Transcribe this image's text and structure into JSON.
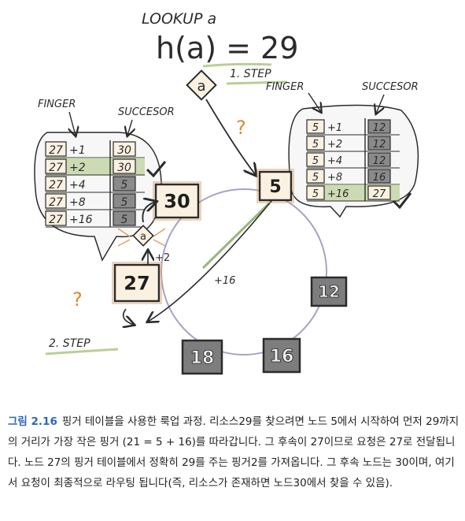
{
  "header": {
    "title": "LOOKUP a",
    "hash_expr": "h(a) = 29",
    "key_symbol": "a"
  },
  "steps": {
    "step1": "1. STEP",
    "step2": "2. STEP",
    "plus16": "+16",
    "plus2": "+2",
    "question": "?"
  },
  "ring_nodes": [
    {
      "id": "n5",
      "label": "5"
    },
    {
      "id": "n12",
      "label": "12"
    },
    {
      "id": "n16",
      "label": "16"
    },
    {
      "id": "n18",
      "label": "18"
    },
    {
      "id": "n27",
      "label": "27"
    },
    {
      "id": "n30",
      "label": "30"
    }
  ],
  "finger_table_27": {
    "finger_header": "FINGER",
    "successor_header": "SUCCESOR",
    "rows": [
      {
        "node": "27",
        "plus": "+1",
        "succ": "30"
      },
      {
        "node": "27",
        "plus": "+2",
        "succ": "30"
      },
      {
        "node": "27",
        "plus": "+4",
        "succ": "5"
      },
      {
        "node": "27",
        "plus": "+8",
        "succ": "5"
      },
      {
        "node": "27",
        "plus": "+16",
        "succ": "5"
      }
    ]
  },
  "finger_table_5": {
    "finger_header": "FINGER",
    "successor_header": "SUCCESOR",
    "rows": [
      {
        "node": "5",
        "plus": "+1",
        "succ": "12"
      },
      {
        "node": "5",
        "plus": "+2",
        "succ": "12"
      },
      {
        "node": "5",
        "plus": "+4",
        "succ": "12"
      },
      {
        "node": "5",
        "plus": "+8",
        "succ": "16"
      },
      {
        "node": "5",
        "plus": "+16",
        "succ": "27"
      }
    ]
  },
  "caption": {
    "figure_label": "그림 2.16",
    "text": "핑거 테이블을 사용한 룩업 과정. 리소스29를 찾으려면 노드 5에서 시작하여 먼저 29까지의 거리가 가장 작은 핑거 (21 = 5 + 16)를 따라갑니다. 그 후속이 27이므로 요청은 27로 전달됩니다. 노드 27의 핑거 테이블에서 정확히 29를 주는 핑거2를 가져옵니다. 그 후속 노드는 30이며, 여기서 요청이 최종적으로 라우팅 됩니다(즉, 리소스가 존재하면 노드30에서 찾을 수 있음)."
  },
  "colors": {
    "highlight_green": "#b9cf96",
    "node_dark": "#7d7d7d",
    "node_light": "#fbf1e1",
    "node_border_orange": "#e2a060",
    "ring": "#a7a3c4",
    "caption_blue": "#2e67b8"
  }
}
